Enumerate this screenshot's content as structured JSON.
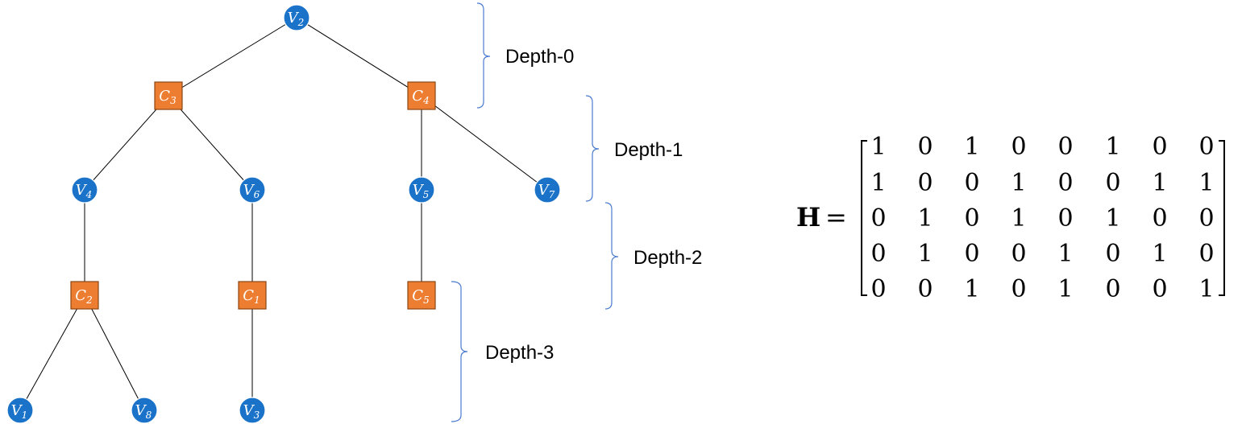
{
  "colors": {
    "variable_node": "#1a73c9",
    "check_node": "#ed7d31",
    "check_border": "#8b4513",
    "brace": "#4a7bd0",
    "edge": "#000000"
  },
  "nodes": [
    {
      "id": "v2",
      "kind": "variable",
      "base": "V",
      "sub": "2"
    },
    {
      "id": "c3",
      "kind": "check",
      "base": "C",
      "sub": "3"
    },
    {
      "id": "c4",
      "kind": "check",
      "base": "C",
      "sub": "4"
    },
    {
      "id": "v4",
      "kind": "variable",
      "base": "V",
      "sub": "4"
    },
    {
      "id": "v6",
      "kind": "variable",
      "base": "V",
      "sub": "6"
    },
    {
      "id": "v5",
      "kind": "variable",
      "base": "V",
      "sub": "5"
    },
    {
      "id": "v7",
      "kind": "variable",
      "base": "V",
      "sub": "7"
    },
    {
      "id": "c2",
      "kind": "check",
      "base": "C",
      "sub": "2"
    },
    {
      "id": "c1",
      "kind": "check",
      "base": "C",
      "sub": "1"
    },
    {
      "id": "c5",
      "kind": "check",
      "base": "C",
      "sub": "5"
    },
    {
      "id": "v1",
      "kind": "variable",
      "base": "V",
      "sub": "1"
    },
    {
      "id": "v8",
      "kind": "variable",
      "base": "V",
      "sub": "8"
    },
    {
      "id": "v3",
      "kind": "variable",
      "base": "V",
      "sub": "3"
    }
  ],
  "edges": [
    [
      "v2",
      "c3"
    ],
    [
      "v2",
      "c4"
    ],
    [
      "c3",
      "v4"
    ],
    [
      "c3",
      "v6"
    ],
    [
      "c4",
      "v5"
    ],
    [
      "c4",
      "v7"
    ],
    [
      "v4",
      "c2"
    ],
    [
      "v6",
      "c1"
    ],
    [
      "v5",
      "c5"
    ],
    [
      "c2",
      "v1"
    ],
    [
      "c2",
      "v8"
    ],
    [
      "c1",
      "v3"
    ]
  ],
  "depth_labels": [
    "Depth-0",
    "Depth-1",
    "Depth-2",
    "Depth-3"
  ],
  "matrix": {
    "label": "H",
    "equals": "=",
    "rows": [
      [
        "1",
        "0",
        "1",
        "0",
        "0",
        "1",
        "0",
        "0"
      ],
      [
        "1",
        "0",
        "0",
        "1",
        "0",
        "0",
        "1",
        "1"
      ],
      [
        "0",
        "1",
        "0",
        "1",
        "0",
        "1",
        "0",
        "0"
      ],
      [
        "0",
        "1",
        "0",
        "0",
        "1",
        "0",
        "1",
        "0"
      ],
      [
        "0",
        "0",
        "1",
        "0",
        "1",
        "0",
        "0",
        "1"
      ]
    ]
  }
}
